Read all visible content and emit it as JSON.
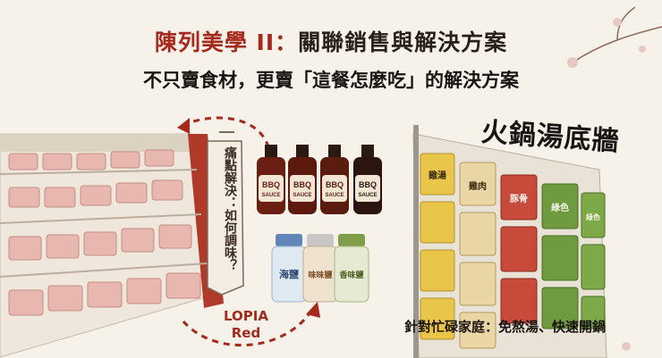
{
  "title": {
    "part1": "陳列美學 II：",
    "part2": "關聯銷售與解決方案"
  },
  "subtitle": "不只賣食材，更賣「這餐怎麼吃」的解決方案",
  "pain_point": "痛點解決：如何調味？",
  "lopia": {
    "line1": "LOPIA",
    "line2": "Red"
  },
  "hotpot_wall": {
    "title": "火鍋湯底牆",
    "caption": "針對忙碌家庭：免熬湯、快速開鍋"
  },
  "bbq_bottles": [
    {
      "line1": "BBQ",
      "line2": "SAUCE"
    },
    {
      "line1": "BBQ",
      "line2": "SAUCE"
    },
    {
      "line1": "BBQ",
      "line2": "SAUCE"
    },
    {
      "line1": "BBQ",
      "line2": "SAUCE"
    }
  ],
  "salt_jars": [
    {
      "label": "海鹽"
    },
    {
      "label": "味味鹽"
    },
    {
      "label": "香味鹽"
    }
  ],
  "soup_packs": {
    "col1": "雞湯",
    "col2": "雞肉",
    "col3": "豚骨",
    "col4": "綠色",
    "col5": "綠色"
  },
  "colors": {
    "accent": "#a52a1e",
    "background": "#f6f1e9",
    "dark_text": "#1a1512"
  }
}
